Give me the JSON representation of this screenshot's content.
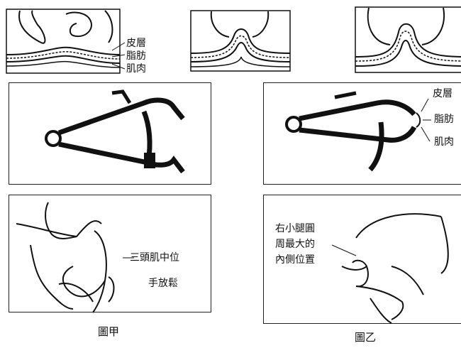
{
  "skin_layers": {
    "skin": "皮層",
    "fat": "脂肪",
    "muscle": "肌肉"
  },
  "panel_a": {
    "site_label": "三頭肌中位",
    "hand_label": "手放鬆",
    "caption": "圖甲"
  },
  "panel_b": {
    "site_label_line1": "右小腿圓",
    "site_label_line2": "周最大的",
    "site_label_line3": "內側位置",
    "caption": "圖乙"
  },
  "colors": {
    "ink": "#111111",
    "background": "#ffffff"
  }
}
